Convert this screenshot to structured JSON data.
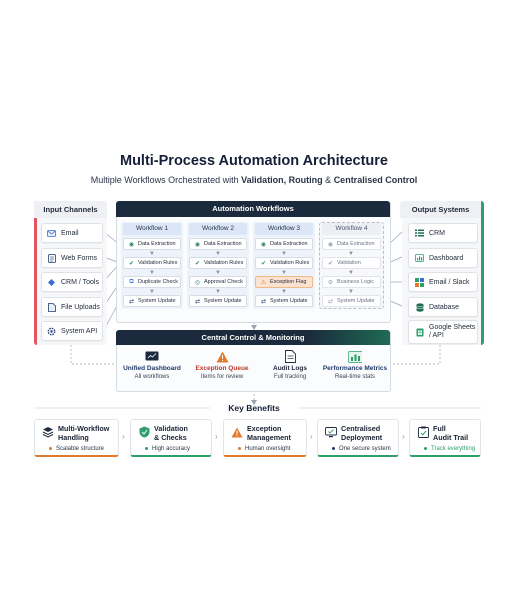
{
  "title": "Multi-Process Automation Architecture",
  "subtitle_parts": [
    "Multiple Workflows Orchestrated with ",
    "Validation, Routing",
    " & ",
    "Centralised Control"
  ],
  "input_channels": {
    "heading": "Input Channels",
    "items": [
      {
        "label": "Email",
        "icon": "mail-icon"
      },
      {
        "label": "Web Forms",
        "icon": "form-icon"
      },
      {
        "label": "CRM / Tools",
        "icon": "crm-icon"
      },
      {
        "label": "File Uploads",
        "icon": "file-icon"
      },
      {
        "label": "System API",
        "icon": "api-gear-icon"
      }
    ]
  },
  "automation": {
    "heading": "Automation Workflows",
    "workflows": [
      {
        "name": "Workflow 1",
        "steps": [
          "Data Extraction",
          "Validation Rules",
          "Duplicate Check",
          "System Update"
        ]
      },
      {
        "name": "Workflow 2",
        "steps": [
          "Data Extraction",
          "Validation Rules",
          "Approval Check",
          "System Update"
        ]
      },
      {
        "name": "Workflow 3",
        "steps": [
          "Data Extraction",
          "Validation Rules",
          "Exception Flag",
          "System Update"
        ]
      },
      {
        "name": "Workflow 4",
        "steps": [
          "Data Extraction",
          "Validation",
          "Business Logic",
          "System Update"
        ]
      }
    ]
  },
  "output_systems": {
    "heading": "Output Systems",
    "items": [
      {
        "label": "CRM",
        "icon": "list-icon"
      },
      {
        "label": "Dashboard",
        "icon": "dashboard-icon"
      },
      {
        "label": "Email / Slack",
        "icon": "chat-icon"
      },
      {
        "label": "Database",
        "icon": "database-icon"
      },
      {
        "label": "Google Sheets / API",
        "icon": "sheets-icon"
      }
    ]
  },
  "central": {
    "heading": "Central Control & Monitoring",
    "items": [
      {
        "title": "Unified Dashboard",
        "sub": "All workflows",
        "color": "#1f3a6b"
      },
      {
        "title": "Exception Queue",
        "sub": "Items for review",
        "color": "#c0392b"
      },
      {
        "title": "Audit Logs",
        "sub": "Full tracking",
        "color": "#1a2233"
      },
      {
        "title": "Performance Metrics",
        "sub": "Real-time stats",
        "color": "#1f3a6b"
      }
    ]
  },
  "benefits": {
    "heading": "Key Benefits",
    "items": [
      {
        "title_l1": "Multi-Workflow",
        "title_l2": "Handling",
        "sub": "Scalable structure",
        "accent": "#e07a2e"
      },
      {
        "title_l1": "Validation",
        "title_l2": "& Checks",
        "sub": "High accuracy",
        "accent": "#2e9e6b"
      },
      {
        "title_l1": "Exception",
        "title_l2": "Management",
        "sub": "Human oversight",
        "accent": "#e07a2e"
      },
      {
        "title_l1": "Centralised",
        "title_l2": "Deployment",
        "sub": "One secure system",
        "accent": "#2e9e6b"
      },
      {
        "title_l1": "Full",
        "title_l2": "Audit Trail",
        "sub": "Track everything",
        "accent": "#2e9e6b"
      }
    ]
  },
  "colors": {
    "navy": "#1b2a3d",
    "red": "#e2545f",
    "green": "#2e9e6b",
    "orange": "#e07a2e",
    "blue": "#3a6fd8"
  }
}
